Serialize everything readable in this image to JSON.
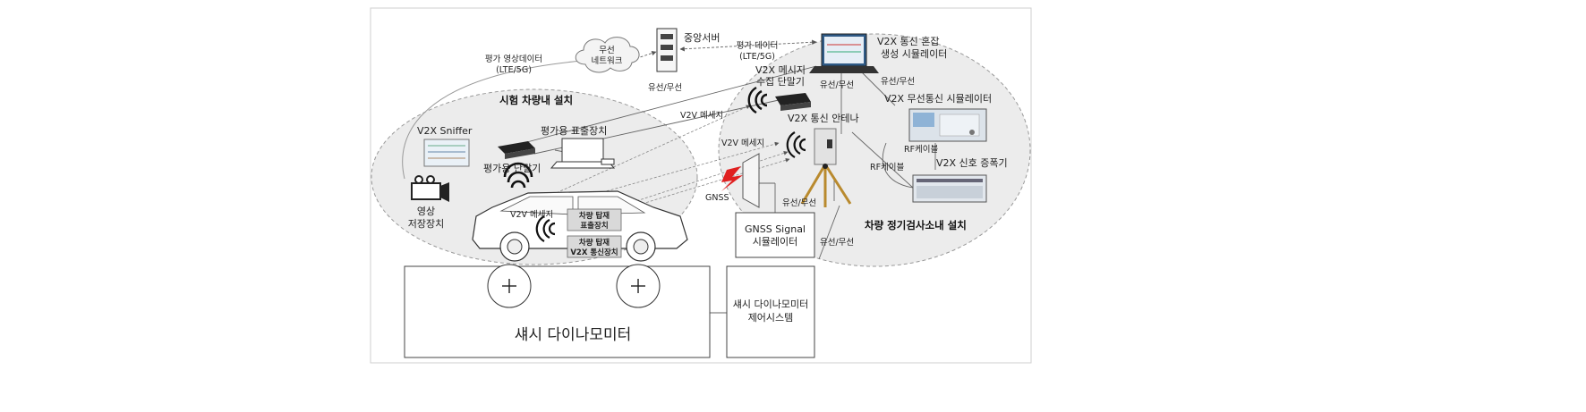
{
  "labels": {
    "central_server": "중앙서버",
    "wireless_network_1": "무선",
    "wireless_network_2": "네트워크",
    "eval_video_1": "평가 영상데이터",
    "eval_video_2": "(LTE/5G)",
    "eval_data_1": "평가 데이터",
    "eval_data_2": "(LTE/5G)",
    "wired_wireless_top": "유선/무선",
    "wired_wireless_right": "유선/무선",
    "wired_wireless_left": "유선/무선",
    "wired_wireless_tripod": "유선/무선",
    "wired_wireless_bottom": "유선/무선",
    "traffic_sim_1": "V2X 통신 혼잡",
    "traffic_sim_2": "생성 시뮬레이터",
    "msg_collector_1": "V2X 메시지",
    "msg_collector_2": "수집 단말기",
    "wireless_sim": "V2X 무선통신 시뮬레이터",
    "antenna": "V2X 통신 안테나",
    "rf_cable_1": "RF케이블",
    "rf_cable_2": "RF케이블",
    "amplifier": "V2X 신호 증폭기",
    "in_vehicle_install": "시험 차량내 설치",
    "inspection_install": "차량 정기검사소내 설치",
    "sniffer": "V2X Sniffer",
    "eval_display": "평가용 표출장치",
    "eval_terminal": "평가용 단말기",
    "v2v_msg_1": "V2V 메세지",
    "v2v_msg_2": "V2V 메세지",
    "v2v_msg_3": "V2V 메세지",
    "video_storage_1": "영상",
    "video_storage_2": "저장장치",
    "gnss": "GNSS",
    "gnss_sim_1": "GNSS Signal",
    "gnss_sim_2": "시뮬레이터",
    "vehicle_display_1": "차량 탑재",
    "vehicle_display_2": "표출장치",
    "vehicle_comm_1": "차량 탑재",
    "vehicle_comm_2": "V2X 통신장치",
    "dyno": "섀시 다이나모미터",
    "dyno_control_1": "섀시 다이나모미터",
    "dyno_control_2": "제어시스템"
  }
}
